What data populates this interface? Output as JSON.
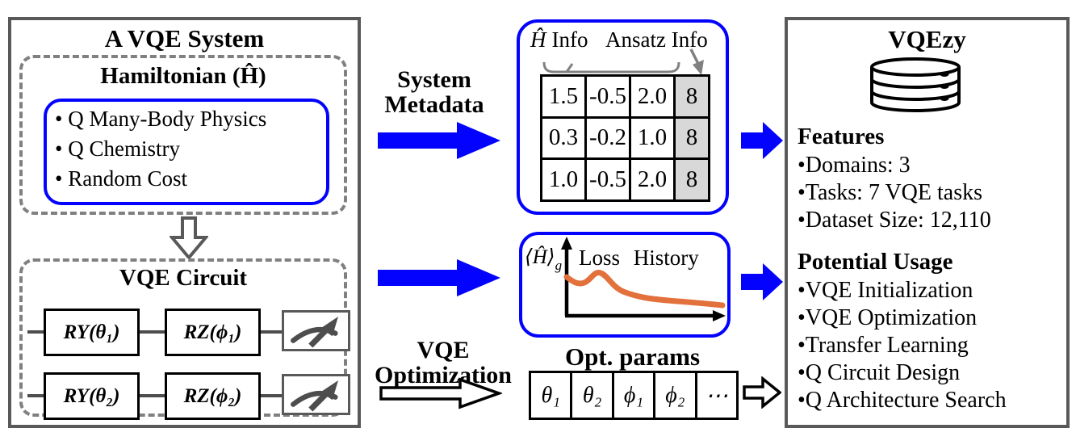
{
  "colors": {
    "accent_blue": "#0202fe",
    "frame_gray": "#595959",
    "dash_gray": "#808080",
    "shaded_cell_gray": "#d8d8d8",
    "curve_orange": "#e2713c",
    "text_black": "#000000"
  },
  "left_panel": {
    "title": "A VQE System",
    "hamiltonian": {
      "title": "Hamiltonian (Ĥ)",
      "items": [
        "• Q Many-Body Physics",
        "• Q Chemistry",
        "• Random Cost"
      ]
    },
    "circuit": {
      "title": "VQE Circuit",
      "row1": [
        "RY(θ₁)",
        "RZ(ϕ₁)"
      ],
      "row2": [
        "RY(θ₂)",
        "RZ(ϕ₂)"
      ]
    }
  },
  "flow": {
    "metadata_line1": "System",
    "metadata_line2": "Metadata",
    "opt_line1": "VQE",
    "opt_line2": "Optimization"
  },
  "metadata_box": {
    "h_symbol": "Ĥ",
    "h_label": "Info",
    "ansatz_label": "Ansatz Info",
    "rows": [
      [
        "1.5",
        "-0.5",
        "2.0",
        "8"
      ],
      [
        "0.3",
        "-0.2",
        "1.0",
        "8"
      ],
      [
        "1.0",
        "-0.5",
        "2.0",
        "8"
      ]
    ]
  },
  "loss_box": {
    "y_symbol": "⟨Ĥ⟩",
    "y_sub": "g",
    "title": "Loss History"
  },
  "opt_params": {
    "title": "Opt. params",
    "cells": [
      "θ₁",
      "θ₂",
      "ϕ₁",
      "ϕ₂",
      "⋯"
    ]
  },
  "right_panel": {
    "title": "VQEzy",
    "features_title": "Features",
    "features": [
      "•Domains: 3",
      "•Tasks: 7 VQE tasks",
      "•Dataset Size: 12,110"
    ],
    "usage_title": "Potential Usage",
    "usage": [
      "•VQE Initialization",
      "•VQE Optimization",
      "•Transfer Learning",
      "•Q Circuit Design",
      "•Q Architecture Search"
    ]
  }
}
